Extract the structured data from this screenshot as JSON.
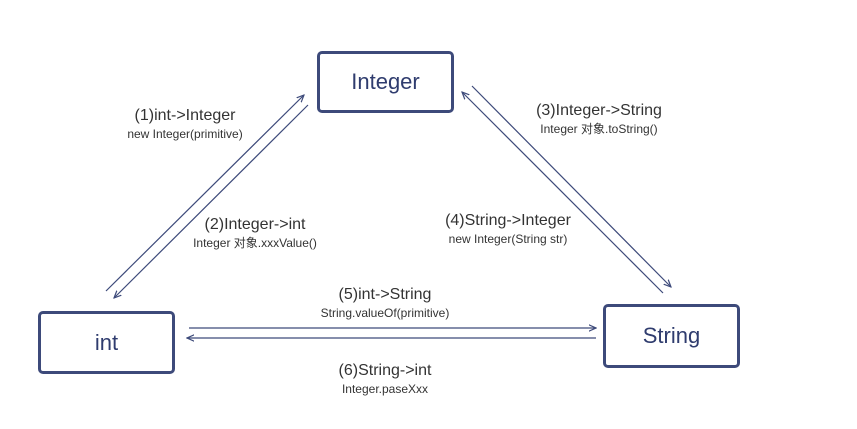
{
  "nodes": {
    "integer": "Integer",
    "int": "int",
    "string": "String"
  },
  "edges": [
    {
      "title": "(1)int->Integer",
      "detail": "new Integer(primitive)"
    },
    {
      "title": "(2)Integer->int",
      "detail": "Integer 对象.xxxValue()"
    },
    {
      "title": "(3)Integer->String",
      "detail": "Integer 对象.toString()"
    },
    {
      "title": "(4)String->Integer",
      "detail": "new Integer(String str)"
    },
    {
      "title": "(5)int->String",
      "detail": "String.valueOf(primitive)"
    },
    {
      "title": "(6)String->int",
      "detail": "Integer.paseXxx"
    }
  ],
  "colors": {
    "box_border": "#3d4a7a",
    "box_text": "#2f3c6e",
    "arrow": "#3d4a7a",
    "label_text": "#333333"
  }
}
